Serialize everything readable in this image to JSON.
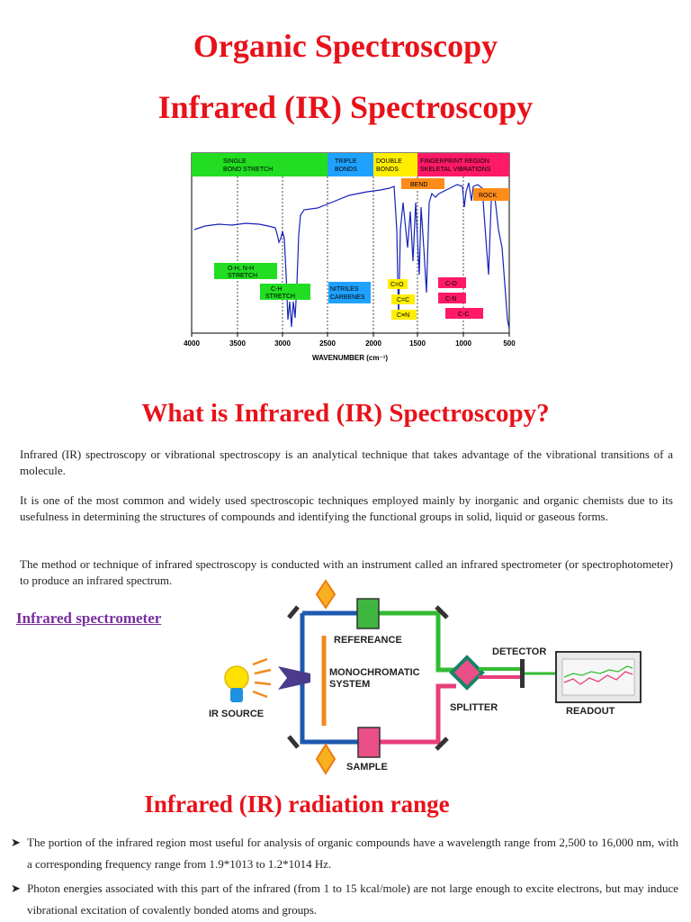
{
  "titles": {
    "main": "Organic Spectroscopy",
    "ir": "Infrared (IR) Spectroscopy",
    "what_is": "What is Infrared (IR) Spectroscopy?",
    "range": "Infrared (IR) radiation range"
  },
  "spectrum_figure": {
    "regions": [
      "SINGLE BOND STRETCH",
      "TRIPLE BONDS",
      "DOUBLE BONDS",
      "FINGERPRINT REGION SKELETAL VIBRATIONS"
    ],
    "labels": {
      "bend": "BEND",
      "rock": "ROCK",
      "oh_nh": "O-H, N-H STRETCH",
      "ch": "C-H STRETCH",
      "nitriles": "NITRILES CARBENES",
      "co": "C=O",
      "cc_double": "C=C",
      "cn_triple": "C≡N",
      "co_single": "C-O",
      "cn_single": "C-N",
      "cc_single": "C-C"
    },
    "x_ticks": [
      "4000",
      "3500",
      "3000",
      "2500",
      "2000",
      "1500",
      "1000",
      "500"
    ],
    "x_label": "WAVENUMBER (cm⁻¹)"
  },
  "paragraphs": {
    "p1": "Infrared (IR) spectroscopy or vibrational spectroscopy is an analytical technique that takes advantage of the vibrational transitions of a molecule.",
    "p2": "It is one of the most common and widely used spectroscopic techniques employed mainly by inorganic and organic chemists due to its usefulness in determining the structures of compounds and identifying the functional groups in solid, liquid or gaseous forms.",
    "p3": "The method or technique of infrared spectroscopy is conducted with an instrument called an infrared spectrometer (or spectrophotometer) to produce an infrared spectrum."
  },
  "spectrometer": {
    "heading": "Infrared spectrometer",
    "labels": {
      "reference": "REFEREANCE",
      "mono_1": "MONOCHROMATIC",
      "mono_2": "SYSTEM",
      "detector": "DETECTOR",
      "splitter": "SPLITTER",
      "readout": "READOUT",
      "ir_source": "IR SOURCE",
      "sample": "SAMPLE"
    }
  },
  "bullets": [
    "The portion of the infrared region most useful for analysis of organic compounds have a wavelength range from 2,500 to 16,000 nm, with a corresponding frequency range from 1.9*1013 to 1.2*1014 Hz.",
    "Photon energies associated with this part of the infrared (from 1 to 15 kcal/mole) are not large enough to excite electrons, but may induce vibrational excitation of covalently bonded atoms and groups."
  ],
  "colors": {
    "title_red": "#e8121a",
    "subheading_purple": "#7a2fa0",
    "region_green": "#22dd22",
    "region_cyan": "#1fa2ff",
    "region_yellow": "#ffee00",
    "region_pink": "#ff1a66",
    "label_orange": "#ff8c1a",
    "spectrum_blue": "#1522b8"
  }
}
